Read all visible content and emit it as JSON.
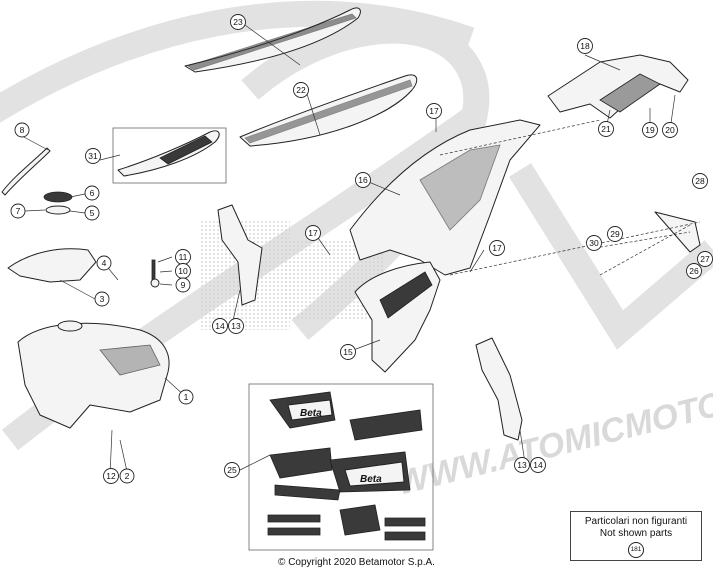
{
  "callouts": [
    {
      "id": "c23",
      "label": "23"
    },
    {
      "id": "c22",
      "label": "22"
    },
    {
      "id": "c18",
      "label": "18"
    },
    {
      "id": "c8",
      "label": "8"
    },
    {
      "id": "c31",
      "label": "31"
    },
    {
      "id": "c17a",
      "label": "17"
    },
    {
      "id": "c21",
      "label": "21"
    },
    {
      "id": "c19",
      "label": "19"
    },
    {
      "id": "c20",
      "label": "20"
    },
    {
      "id": "c6",
      "label": "6"
    },
    {
      "id": "c7",
      "label": "7"
    },
    {
      "id": "c5",
      "label": "5"
    },
    {
      "id": "c16",
      "label": "16"
    },
    {
      "id": "c28",
      "label": "28"
    },
    {
      "id": "c3",
      "label": "3"
    },
    {
      "id": "c4",
      "label": "4"
    },
    {
      "id": "c11",
      "label": "11"
    },
    {
      "id": "c10",
      "label": "10"
    },
    {
      "id": "c9",
      "label": "9"
    },
    {
      "id": "c17b",
      "label": "17"
    },
    {
      "id": "c17c",
      "label": "17"
    },
    {
      "id": "c30",
      "label": "30"
    },
    {
      "id": "c29",
      "label": "29"
    },
    {
      "id": "c27",
      "label": "27"
    },
    {
      "id": "c26",
      "label": "26"
    },
    {
      "id": "c14a",
      "label": "14"
    },
    {
      "id": "c13a",
      "label": "13"
    },
    {
      "id": "c15",
      "label": "15"
    },
    {
      "id": "c1",
      "label": "1"
    },
    {
      "id": "c25",
      "label": "25"
    },
    {
      "id": "c12",
      "label": "12"
    },
    {
      "id": "c2",
      "label": "2"
    },
    {
      "id": "c13b",
      "label": "13"
    },
    {
      "id": "c14b",
      "label": "14"
    }
  ],
  "watermark": {
    "text": "WWW.ATOMICMOTO"
  },
  "decal_text": {
    "left": "Beta",
    "right": "Beta"
  },
  "not_shown": {
    "line1": "Particolari non figuranti",
    "line2": "Not shown parts",
    "badge": "181"
  },
  "copyright": "© Copyright 2020 Betamotor S.p.A."
}
